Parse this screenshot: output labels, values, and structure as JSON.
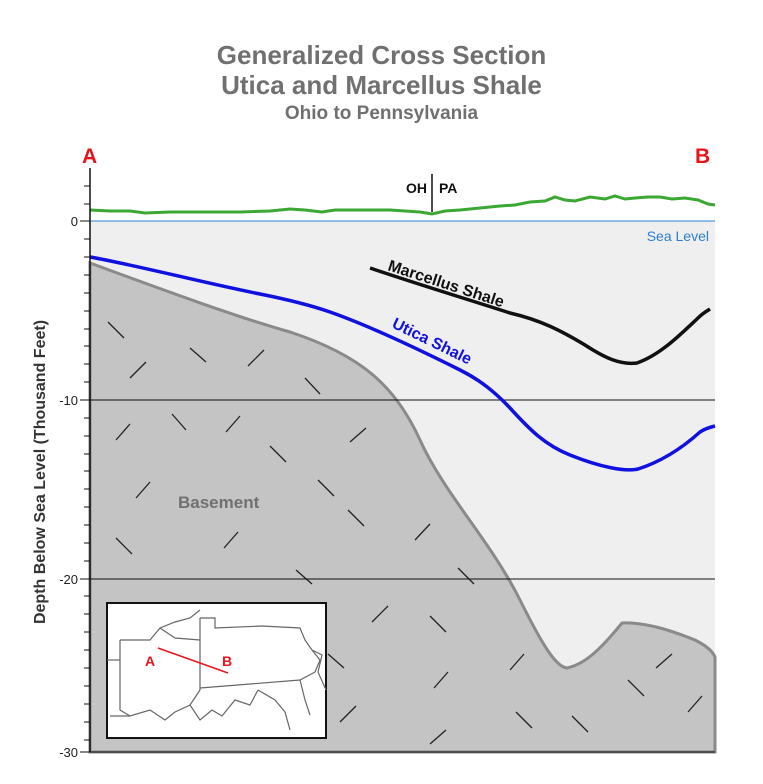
{
  "title_lines": [
    "Generalized Cross Section",
    "Utica and Marcellus Shale"
  ],
  "subtitle": "Ohio to Pennsylvania",
  "endpoints": {
    "left": "A",
    "right": "B"
  },
  "state_labels": {
    "left": "OH",
    "right": "PA"
  },
  "sea_level_label": "Sea Level",
  "y_axis": {
    "label": "Depth Below Sea Level (Thousand Feet)",
    "ticks": [
      "0",
      "-10",
      "-20",
      "-30"
    ]
  },
  "layers": {
    "marcellus": "Marcellus Shale",
    "utica": "Utica Shale",
    "basement": "Basement"
  },
  "inset_map": {
    "point_a": "A",
    "point_b": "B"
  },
  "colors": {
    "title": "#707070",
    "endpoint": "#e8141c",
    "surface": "#3aa832",
    "sea_level": "#2a7fd6",
    "utica": "#1010e0",
    "marcellus": "#111111",
    "basement_fill": "#c4c4c4",
    "basement_edge": "#8a8a8a",
    "background_fill": "#efefef"
  }
}
